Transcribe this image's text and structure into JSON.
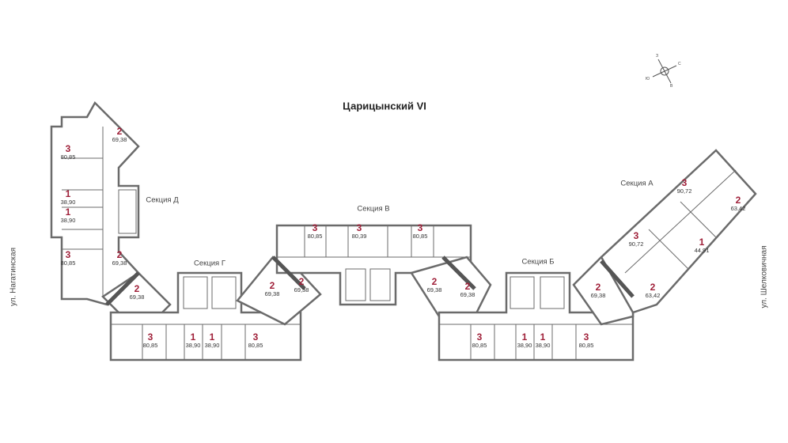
{
  "title": "Царицынский VI",
  "streets": {
    "left": "ул. Нагатинская",
    "right": "ул. Шелковичная"
  },
  "compass": {
    "north": "С",
    "south": "Ю",
    "west": "З",
    "east": "В"
  },
  "colors": {
    "rooms": "#a0213a",
    "walls": "#6b6b6b",
    "area": "#333333"
  },
  "sections": {
    "d": "Секция Д",
    "g": "Секция Г",
    "v": "Секция В",
    "b": "Секция Б",
    "a": "Секция А"
  },
  "apartments": [
    {
      "rooms": "2",
      "area": "69,38"
    },
    {
      "rooms": "3",
      "area": "80,85"
    },
    {
      "rooms": "1",
      "area": "38,90"
    },
    {
      "rooms": "1",
      "area": "38,90"
    },
    {
      "rooms": "3",
      "area": "80,85"
    },
    {
      "rooms": "2",
      "area": "69,38"
    },
    {
      "rooms": "2",
      "area": "69,38"
    },
    {
      "rooms": "3",
      "area": "80,85"
    },
    {
      "rooms": "1",
      "area": "38,90"
    },
    {
      "rooms": "1",
      "area": "38,90"
    },
    {
      "rooms": "3",
      "area": "80,85"
    },
    {
      "rooms": "2",
      "area": "69,38"
    },
    {
      "rooms": "2",
      "area": "69,38"
    },
    {
      "rooms": "3",
      "area": "80,85"
    },
    {
      "rooms": "3",
      "area": "80,39"
    },
    {
      "rooms": "3",
      "area": "80,85"
    },
    {
      "rooms": "2",
      "area": "69,38"
    },
    {
      "rooms": "2",
      "area": "69,38"
    },
    {
      "rooms": "3",
      "area": "80,85"
    },
    {
      "rooms": "1",
      "area": "38,90"
    },
    {
      "rooms": "1",
      "area": "38,90"
    },
    {
      "rooms": "3",
      "area": "80,85"
    },
    {
      "rooms": "2",
      "area": "69,38"
    },
    {
      "rooms": "3",
      "area": "90,72"
    },
    {
      "rooms": "2",
      "area": "63,42"
    },
    {
      "rooms": "3",
      "area": "90,72"
    },
    {
      "rooms": "1",
      "area": "44,91"
    },
    {
      "rooms": "2",
      "area": "63,42"
    }
  ]
}
